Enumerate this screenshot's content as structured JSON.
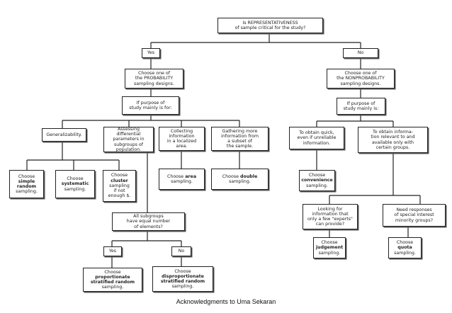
{
  "nodes": {
    "root": "Is REPRESENTATIVENESS\nof sample critical for the study?",
    "yes_top": "Yes",
    "no_top": "No",
    "prob_designs": "Choose one of\nthe PROBABILITY\nsampling designs.",
    "nonprob_designs": "Choose one of\nthe NONPROBABILITY\nsampling designs.",
    "prob_purpose": "If purpose of\nstudy mainly is for:",
    "nonprob_purpose": "If purpose of\nstudy mainly is:",
    "generalizability": "Generalizability.",
    "assessing": "Assessing\ndifferential\nparameters in\nsubgroups of\npopulation.",
    "collecting": "Collecting\ninformation\nin a localized\narea.",
    "gathering": "Gathering more\ninformation from\na subset of\nthe sample.",
    "quick": "To obtain quick,\neven if unreliable\ninformation.",
    "relevant": "To obtain informa-\ntion relevant to and\navailable only with\ncertain groups.",
    "simple_random": {
      "pre": "Choose\n",
      "bold": "simple\nrandom",
      "post": "\nsampling."
    },
    "systematic": {
      "pre": "Choose\n",
      "bold": "systematic",
      "post": "\nsampling."
    },
    "cluster": {
      "pre": "Choose\n",
      "bold": "cluster",
      "post": "\nsampling\nif not\nenough $."
    },
    "area": {
      "pre": "Choose ",
      "bold": "area",
      "post": "\nsampling."
    },
    "double": {
      "pre": "Choose ",
      "bold": "double",
      "post": "\nsampling."
    },
    "convenience": {
      "pre": "Choose\n",
      "bold": "convenience",
      "post": "\nsampling."
    },
    "subgroups_q": "All subgroups\nhave equal number\nof elements?",
    "yes_sub": "Yes",
    "no_sub": "No",
    "proportionate": {
      "pre": "Choose\n",
      "bold": "proportionate\nstratified random",
      "post": "\nsampling."
    },
    "disproportionate": {
      "pre": "Choose\n",
      "bold": "disproportionate\nstratified random",
      "post": "\nsampling."
    },
    "experts": "Looking for\ninformation that\nonly a few \"experts\"\ncan provide?",
    "special_interest": "Need responses\nof special interest\nminority groups?",
    "judgement": {
      "pre": "Choose\n",
      "bold": "judgement",
      "post": "\nsampling."
    },
    "quota": {
      "pre": "Choose\n",
      "bold": "quota",
      "post": "\nsampling."
    }
  },
  "caption": "Acknowledgments to Uma Sekaran"
}
